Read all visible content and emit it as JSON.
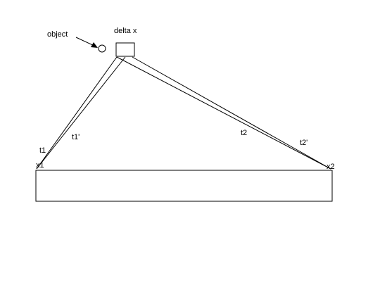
{
  "labels": {
    "object": "object",
    "delta_x": "delta x",
    "t1": "t1",
    "t1_prime": "t1'",
    "t2": "t2",
    "t2_prime": "t2'",
    "x1": "x1",
    "x2": "x2"
  },
  "colors": {
    "stroke": "#000000",
    "background": "#ffffff"
  }
}
